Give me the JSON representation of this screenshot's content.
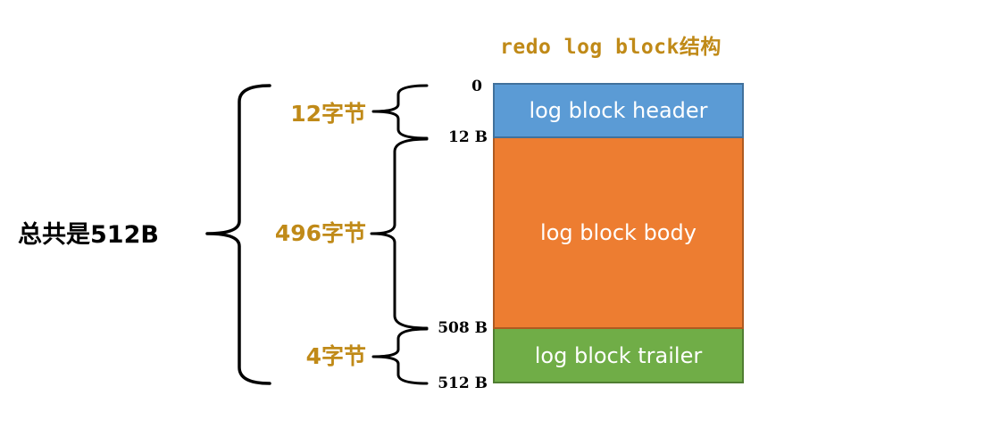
{
  "title": "redo log block结构",
  "blocks": {
    "header": "log block header",
    "body": "log block body",
    "trailer": "log block trailer"
  },
  "offsets": {
    "start": "0",
    "header_end": "12 B",
    "body_end": "508 B",
    "end": "512 B"
  },
  "sizes": {
    "header": "12字节",
    "body": "496字节",
    "trailer": "4字节"
  },
  "total": "总共是512B",
  "colors": {
    "title": "#C08A18",
    "header": "#5B9BD5",
    "body": "#ED7D31",
    "trailer": "#70AD47"
  }
}
